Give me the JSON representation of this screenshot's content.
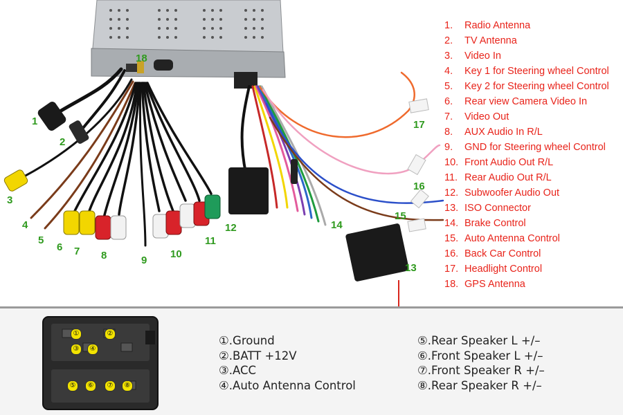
{
  "callouts": [
    "1",
    "2",
    "3",
    "4",
    "5",
    "6",
    "7",
    "8",
    "9",
    "10",
    "11",
    "12",
    "13",
    "14",
    "15",
    "16",
    "17",
    "18"
  ],
  "legend": [
    {
      "num": "1.",
      "label": "Radio Antenna"
    },
    {
      "num": "2.",
      "label": "TV Antenna"
    },
    {
      "num": "3.",
      "label": "Video In"
    },
    {
      "num": "4.",
      "label": "Key 1 for Steering wheel Control"
    },
    {
      "num": "5.",
      "label": "Key 2 for Steering wheel Control"
    },
    {
      "num": "6.",
      "label": "Rear view Camera Video In"
    },
    {
      "num": "7.",
      "label": "Video Out"
    },
    {
      "num": "8.",
      "label": "AUX Audio In R/L"
    },
    {
      "num": "9.",
      "label": "GND for Steering wheel Control"
    },
    {
      "num": "10.",
      "label": "Front Audio Out R/L"
    },
    {
      "num": "11.",
      "label": "Rear Audio Out R/L"
    },
    {
      "num": "12.",
      "label": "Subwoofer Audio Out"
    },
    {
      "num": "13.",
      "label": "ISO Connector"
    },
    {
      "num": "14.",
      "label": "Brake Control"
    },
    {
      "num": "15.",
      "label": "Auto Antenna Control"
    },
    {
      "num": "16.",
      "label": "Back Car Control"
    },
    {
      "num": "17.",
      "label": "Headlight Control"
    },
    {
      "num": "18.",
      "label": "GPS Antenna"
    }
  ],
  "pin_markers": [
    "①",
    "②",
    "③",
    "④",
    "⑤",
    "⑥",
    "⑦",
    "⑧"
  ],
  "pin_legend_left": [
    "①.Ground",
    "②.BATT +12V",
    "③.ACC",
    "④.Auto Antenna Control"
  ],
  "pin_legend_right": [
    "⑤.Rear Speaker L +/–",
    "⑥.Front Speaker L +/–",
    "⑦.Front Speaker R +/–",
    "⑧.Rear Speaker R +/–"
  ],
  "colors": {
    "legend_text": "#e8231a",
    "callout_text": "#2f9a1e",
    "arrow": "#d9261c",
    "pin_marker": "#f2e300"
  },
  "icons": [
    "radio-unit-chassis",
    "wire-harness",
    "iso-connector",
    "arrow-down-icon"
  ]
}
